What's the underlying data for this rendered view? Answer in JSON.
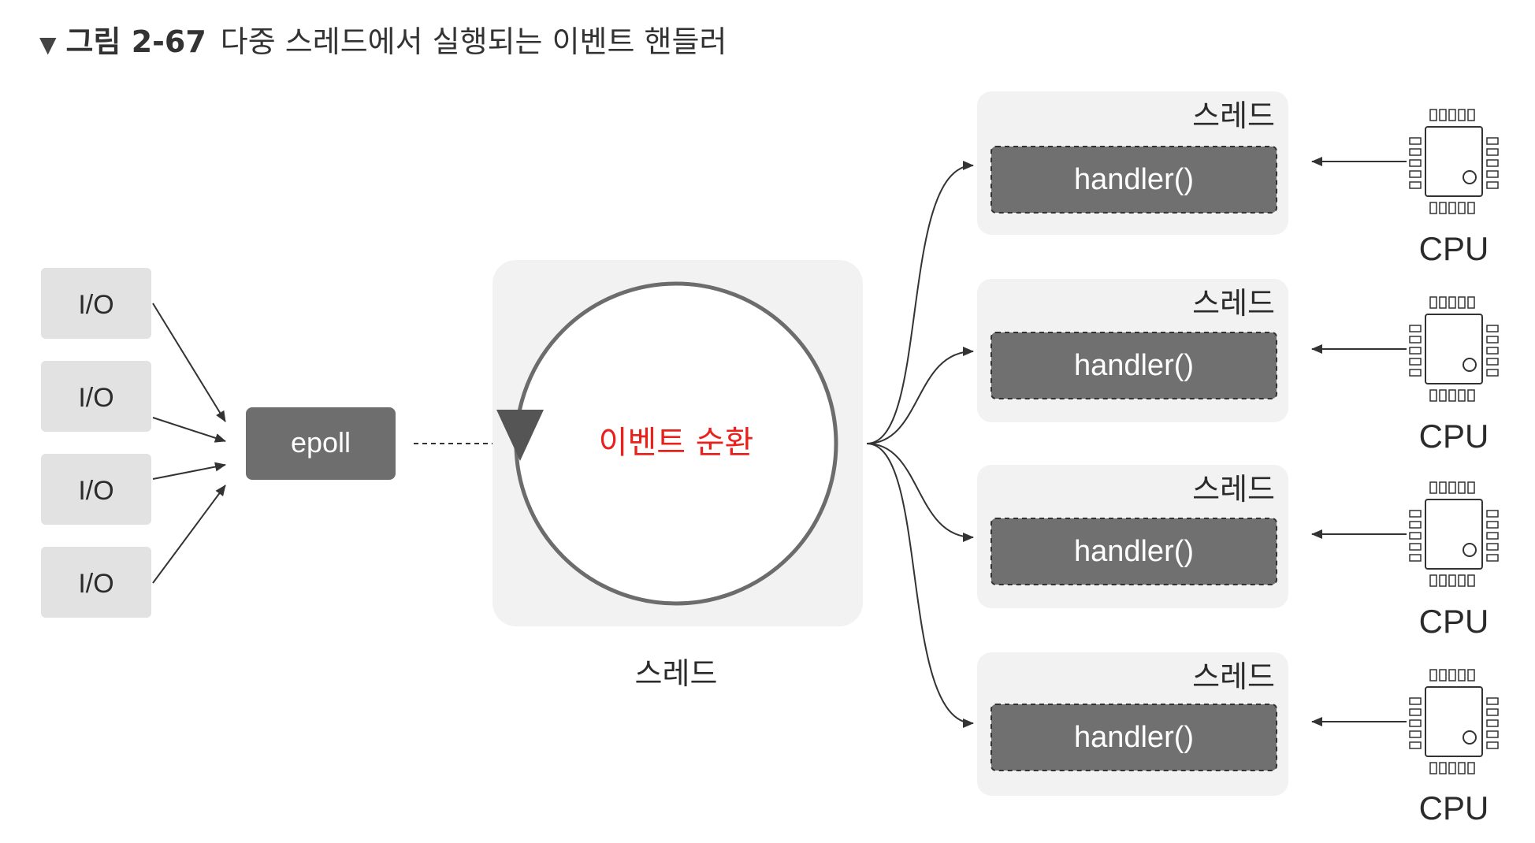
{
  "caption": {
    "number": "그림 2-67",
    "title": "다중 스레드에서 실행되는 이벤트 핸들러"
  },
  "io_boxes": [
    "I/O",
    "I/O",
    "I/O",
    "I/O"
  ],
  "epoll_label": "epoll",
  "event_loop": {
    "label": "이벤트 순환",
    "thread_label": "스레드"
  },
  "workers": [
    {
      "thread_label": "스레드",
      "handler_label": "handler()",
      "cpu_label": "CPU"
    },
    {
      "thread_label": "스레드",
      "handler_label": "handler()",
      "cpu_label": "CPU"
    },
    {
      "thread_label": "스레드",
      "handler_label": "handler()",
      "cpu_label": "CPU"
    },
    {
      "thread_label": "스레드",
      "handler_label": "handler()",
      "cpu_label": "CPU"
    }
  ],
  "colors": {
    "io_fill": "#e2e2e2",
    "epoll_fill": "#6e6e6e",
    "thread_bg": "#f2f2f2",
    "handler_fill": "#707070",
    "event_loop_text": "#e8211c",
    "arrow": "#333333"
  }
}
